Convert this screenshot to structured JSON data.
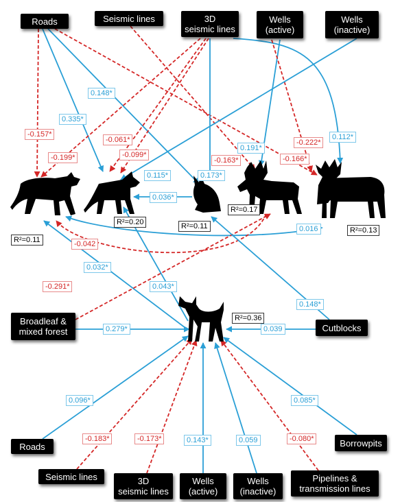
{
  "colors": {
    "positive": "#2a9fd6",
    "negative": "#d42626",
    "node_bg": "#000000",
    "node_text": "#ffffff"
  },
  "top_nodes": {
    "roads": "Roads",
    "seismic": "Seismic lines",
    "seismic3d": [
      "3D",
      "seismic lines"
    ],
    "wells_active": [
      "Wells",
      "(active)"
    ],
    "wells_inactive": [
      "Wells",
      "(inactive)"
    ]
  },
  "mid_nodes": {
    "broadleaf": [
      "Broadleaf &",
      "mixed forest"
    ],
    "cutblocks": "Cutblocks"
  },
  "bottom_nodes": {
    "roads": "Roads",
    "seismic": "Seismic lines",
    "seismic3d": [
      "3D",
      "seismic lines"
    ],
    "wells_active": [
      "Wells",
      "(active)"
    ],
    "wells_inactive": [
      "Wells",
      "(inactive)"
    ],
    "pipelines": [
      "Pipelines &",
      "transmission lines"
    ],
    "borrowpits": "Borrowpits"
  },
  "animals": [
    "wolf-icon",
    "coyote-icon",
    "hare-icon",
    "caribou-icon",
    "moose-icon",
    "deer-icon"
  ],
  "r_squared": {
    "wolf": "R²=0.11",
    "coyote": "R²=0.20",
    "hare": "R²=0.11",
    "caribou": "R²=0.17",
    "moose": "R²=0.13",
    "deer": "R²=0.36"
  },
  "coefficients": {
    "roads_wolf": "-0.157*",
    "roads_coyote": "0.335*",
    "roads_hare": "0.148*",
    "roads_moose": "-0.222*",
    "seismic_caribou": "-0.163*",
    "s3d_wolf": "-0.199*",
    "s3d_coyote": "-0.061*",
    "s3d_hare": "-0.099*",
    "s3d_caribou": "0.173*",
    "s3d_moose": "0.112*",
    "wa_caribou": "0.191*",
    "wa_moose": "-0.166*",
    "wi_coyote": "0.115*",
    "hare_coyote": "0.036*",
    "moose_wolf": "0.016",
    "caribou_wolf": "-0.042",
    "deer_wolf": "0.032*",
    "deer_coyote": "0.043*",
    "broadleaf_caribou": "-0.291*",
    "cutblocks_hare": "0.148*",
    "broadleaf_deer": "0.279*",
    "cutblocks_deer": "0.039",
    "roads_deer": "0.096*",
    "seismic_deer": "-0.183*",
    "s3d_deer": "-0.173*",
    "wa_deer": "0.143*",
    "wi_deer": "0.059",
    "pipe_deer": "-0.080*",
    "borrow_deer": "0.085*"
  }
}
